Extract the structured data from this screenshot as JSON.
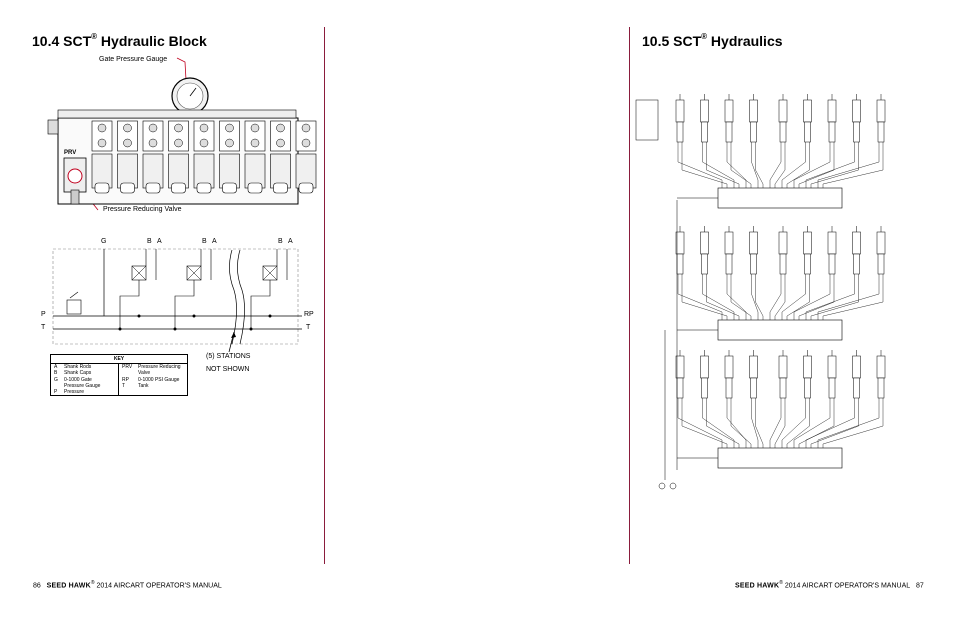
{
  "left_page": {
    "title": "10.4 SCT",
    "title_mark": "®",
    "title_rest": " Hydraulic Block",
    "callouts": {
      "gauge": "Gate Pressure Gauge",
      "prv_valve": "Pressure Reducing Valve",
      "prv_tag": "PRV"
    },
    "schematic": {
      "top_labels": [
        "G",
        "B",
        "A",
        "B",
        "A",
        "B",
        "A"
      ],
      "left_labels": [
        "P",
        "T"
      ],
      "right_labels": [
        "RP",
        "T"
      ],
      "stations_note": "(5) STATIONS",
      "not_shown": "NOT SHOWN"
    },
    "key": {
      "title": "KEY",
      "rows": [
        {
          "c1": "A",
          "c2": "Shank Rods",
          "c3": "PRV",
          "c4": "Pressure Reducing"
        },
        {
          "c1": "B",
          "c2": "Shank Caps",
          "c3": "",
          "c4": "Valve"
        },
        {
          "c1": "G",
          "c2": "0-1000 Gate",
          "c3": "RP",
          "c4": "0-1000 PSI Gauge"
        },
        {
          "c1": "",
          "c2": "Pressure Gauge",
          "c3": "T",
          "c4": "Tank"
        },
        {
          "c1": "P",
          "c2": "Pressure",
          "c3": "",
          "c4": ""
        }
      ]
    },
    "footer": {
      "page_number": "86",
      "brand": "SEED HAWK",
      "mark": "®",
      "text": " 2014 AIRCART OPERATOR'S MANUAL"
    }
  },
  "right_page": {
    "title": "10.5 SCT",
    "title_mark": "®",
    "title_rest": " Hydraulics",
    "footer": {
      "page_number": "87",
      "brand": "SEED HAWK",
      "mark": "®",
      "text": " 2014 AIRCART OPERATOR'S MANUAL"
    }
  },
  "colors": {
    "rule": "#8a1c3c",
    "callout_line": "#c0001e"
  }
}
